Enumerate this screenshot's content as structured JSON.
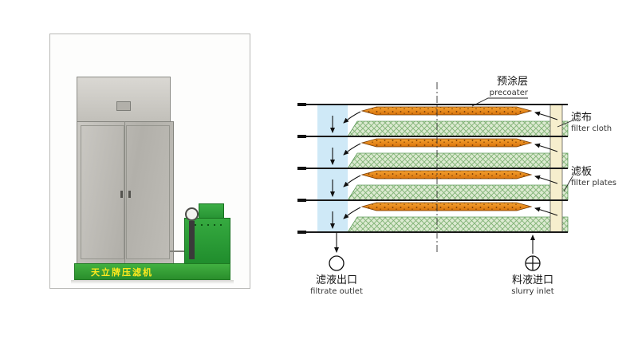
{
  "photo": {
    "machine_label": "天立牌压滤机"
  },
  "diagram": {
    "labels": {
      "precoat_zh": "预涂层",
      "precoat_en": "precoater",
      "cloth_zh": "滤布",
      "cloth_en": "filter cloth",
      "plate_zh": "滤板",
      "plate_en": "filter plates",
      "outlet_zh": "滤液出口",
      "outlet_en": "filtrate outlet",
      "inlet_zh": "料液进口",
      "inlet_en": "slurry inlet"
    },
    "colors": {
      "precoat_orange": "#ec8a12",
      "plate_green_fill": "#dcead1",
      "plate_green_hatch": "#7fb274",
      "filtrate_channel_blue": "#cfe9f7",
      "filter_cloth_cream": "#f6eecd",
      "machine_green": "#2fa23b",
      "machine_label_yellow": "#ffe91e"
    }
  }
}
